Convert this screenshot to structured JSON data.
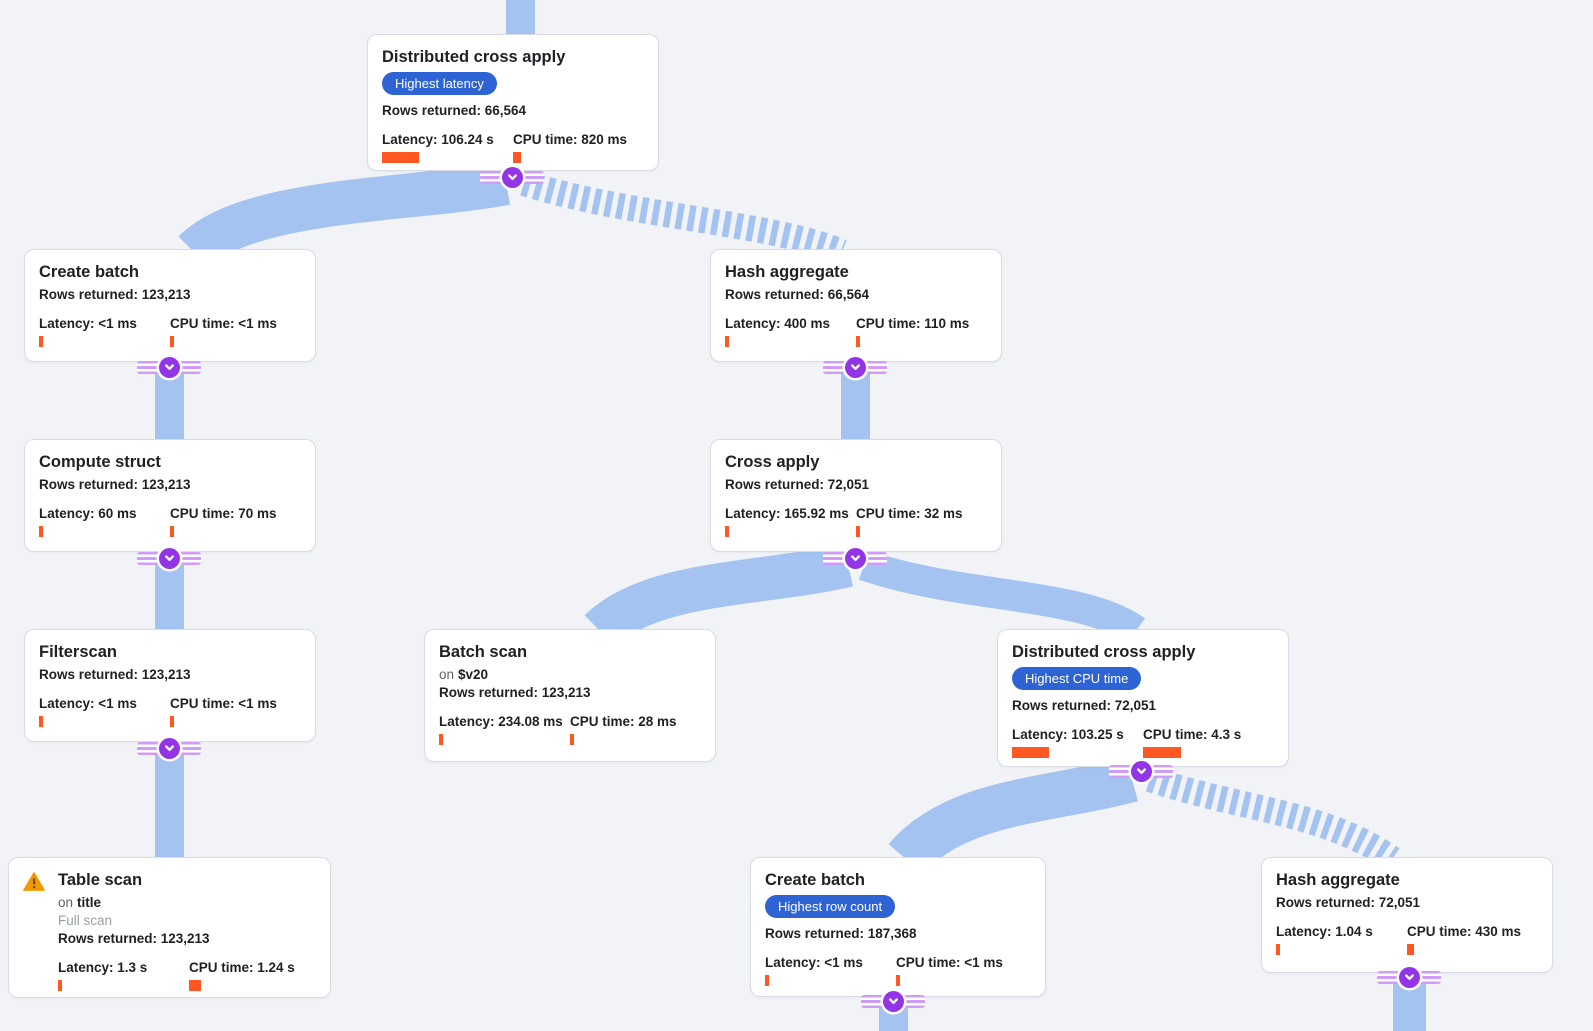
{
  "diagram": {
    "kind": "query-execution-plan",
    "colors": {
      "canvas_bg": "#f1f3f7",
      "card_bg": "#ffffff",
      "badge_blue": "#2d63d2",
      "metric_bar_orange": "#ff5722",
      "edge_blue": "#a5c3f1",
      "connector_purple": "#9334e6",
      "warning_orange": "#f29900"
    },
    "icons": {
      "connector": "chevron-down-icon",
      "warning": "warning-triangle-icon"
    }
  },
  "nodes": {
    "dca1": {
      "title": "Distributed cross apply",
      "badge": "Highest latency",
      "rows": "Rows returned: 66,564",
      "latency": "Latency: 106.24 s",
      "cpu": "CPU time: 820 ms",
      "latency_bar": 37,
      "cpu_bar": 8
    },
    "cb1": {
      "title": "Create batch",
      "rows": "Rows returned: 123,213",
      "latency": "Latency: <1 ms",
      "cpu": "CPU time: <1 ms",
      "latency_bar": 4,
      "cpu_bar": 4
    },
    "ha1": {
      "title": "Hash aggregate",
      "rows": "Rows returned: 66,564",
      "latency": "Latency: 400 ms",
      "cpu": "CPU time: 110 ms",
      "latency_bar": 4,
      "cpu_bar": 4
    },
    "cs": {
      "title": "Compute struct",
      "rows": "Rows returned: 123,213",
      "latency": "Latency: 60 ms",
      "cpu": "CPU time: 70 ms",
      "latency_bar": 4,
      "cpu_bar": 4
    },
    "ca": {
      "title": "Cross apply",
      "rows": "Rows returned: 72,051",
      "latency": "Latency: 165.92 ms",
      "cpu": "CPU time: 32 ms",
      "latency_bar": 4,
      "cpu_bar": 4
    },
    "fs": {
      "title": "Filterscan",
      "rows": "Rows returned: 123,213",
      "latency": "Latency: <1 ms",
      "cpu": "CPU time: <1 ms",
      "latency_bar": 4,
      "cpu_bar": 4
    },
    "bs": {
      "title": "Batch scan",
      "on_prefix": "on",
      "on_value": "$v20",
      "rows": "Rows returned: 123,213",
      "latency": "Latency: 234.08 ms",
      "cpu": "CPU time: 28 ms",
      "latency_bar": 4,
      "cpu_bar": 4
    },
    "dca2": {
      "title": "Distributed cross apply",
      "badge": "Highest CPU time",
      "rows": "Rows returned: 72,051",
      "latency": "Latency: 103.25 s",
      "cpu": "CPU time: 4.3 s",
      "latency_bar": 37,
      "cpu_bar": 38
    },
    "ts": {
      "title": "Table scan",
      "on_prefix": "on",
      "on_value": "title",
      "note": "Full scan",
      "rows": "Rows returned: 123,213",
      "latency": "Latency: 1.3 s",
      "cpu": "CPU time: 1.24 s",
      "latency_bar": 4,
      "cpu_bar": 12
    },
    "cb2": {
      "title": "Create batch",
      "badge": "Highest row count",
      "rows": "Rows returned: 187,368",
      "latency": "Latency: <1 ms",
      "cpu": "CPU time: <1 ms",
      "latency_bar": 4,
      "cpu_bar": 4
    },
    "ha2": {
      "title": "Hash aggregate",
      "rows": "Rows returned: 72,051",
      "latency": "Latency: 1.04 s",
      "cpu": "CPU time: 430 ms",
      "latency_bar": 4,
      "cpu_bar": 7
    }
  }
}
